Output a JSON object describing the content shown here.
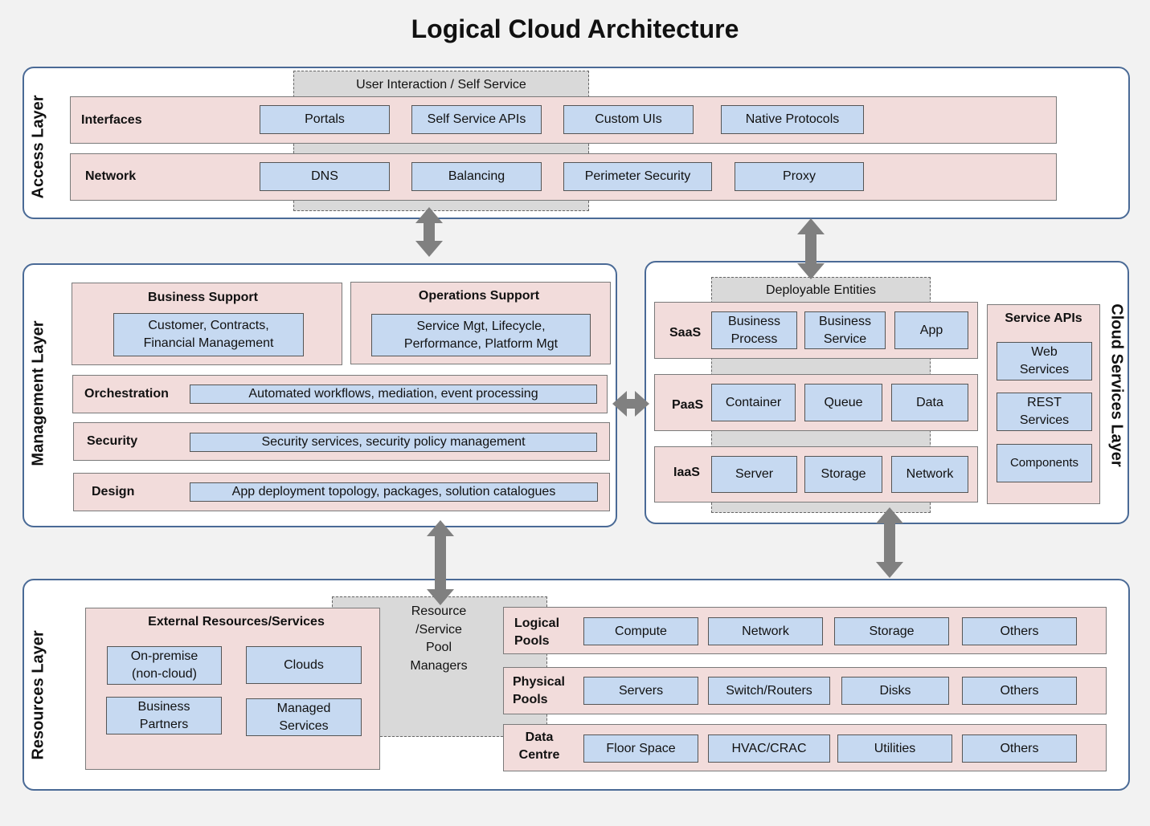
{
  "title": "Logical Cloud Architecture",
  "access": {
    "layer_label": "Access Layer",
    "dashed_label": "User Interaction / Self Service",
    "interfaces": {
      "label": "Interfaces",
      "items": [
        "Portals",
        "Self Service APIs",
        "Custom UIs",
        "Native Protocols"
      ]
    },
    "network": {
      "label": "Network",
      "items": [
        "DNS",
        "Balancing",
        "Perimeter Security",
        "Proxy"
      ]
    }
  },
  "management": {
    "layer_label": "Management Layer",
    "business_support": {
      "label": "Business Support",
      "item": "Customer, Contracts, Financial Management"
    },
    "operations_support": {
      "label": "Operations Support",
      "item": "Service Mgt, Lifecycle, Performance, Platform Mgt"
    },
    "orchestration": {
      "label": "Orchestration",
      "item": "Automated workflows, mediation, event processing"
    },
    "security": {
      "label": "Security",
      "item": "Security services, security policy management"
    },
    "design": {
      "label": "Design",
      "item": "App deployment topology, packages, solution catalogues"
    }
  },
  "cloud_services": {
    "layer_label": "Cloud Services Layer",
    "dashed_label": "Deployable Entities",
    "saas": {
      "label": "SaaS",
      "items": [
        "Business Process",
        "Business Service",
        "App"
      ]
    },
    "paas": {
      "label": "PaaS",
      "items": [
        "Container",
        "Queue",
        "Data"
      ]
    },
    "iaas": {
      "label": "IaaS",
      "items": [
        "Server",
        "Storage",
        "Network"
      ]
    },
    "service_apis": {
      "label": "Service APIs",
      "items": [
        "Web Services",
        "REST Services",
        "Components"
      ]
    }
  },
  "resources": {
    "layer_label": "Resources Layer",
    "pool_managers": "Resource /Service Pool Managers",
    "external": {
      "label": "External Resources/Services",
      "items": [
        "On-premise (non-cloud)",
        "Clouds",
        "Business Partners",
        "Managed Services"
      ]
    },
    "logical_pools": {
      "label": "Logical Pools",
      "items": [
        "Compute",
        "Network",
        "Storage",
        "Others"
      ]
    },
    "physical_pools": {
      "label": "Physical Pools",
      "items": [
        "Servers",
        "Switch/Routers",
        "Disks",
        "Others"
      ]
    },
    "data_centre": {
      "label": "Data Centre",
      "items": [
        "Floor Space",
        "HVAC/CRAC",
        "Utilities",
        "Others"
      ]
    }
  },
  "colors": {
    "layer_border": "#4a6a96",
    "group_fill": "#f2dcdb",
    "item_fill": "#c6d9f1",
    "dashed_fill": "#d9d9d9",
    "arrow": "#808080"
  }
}
